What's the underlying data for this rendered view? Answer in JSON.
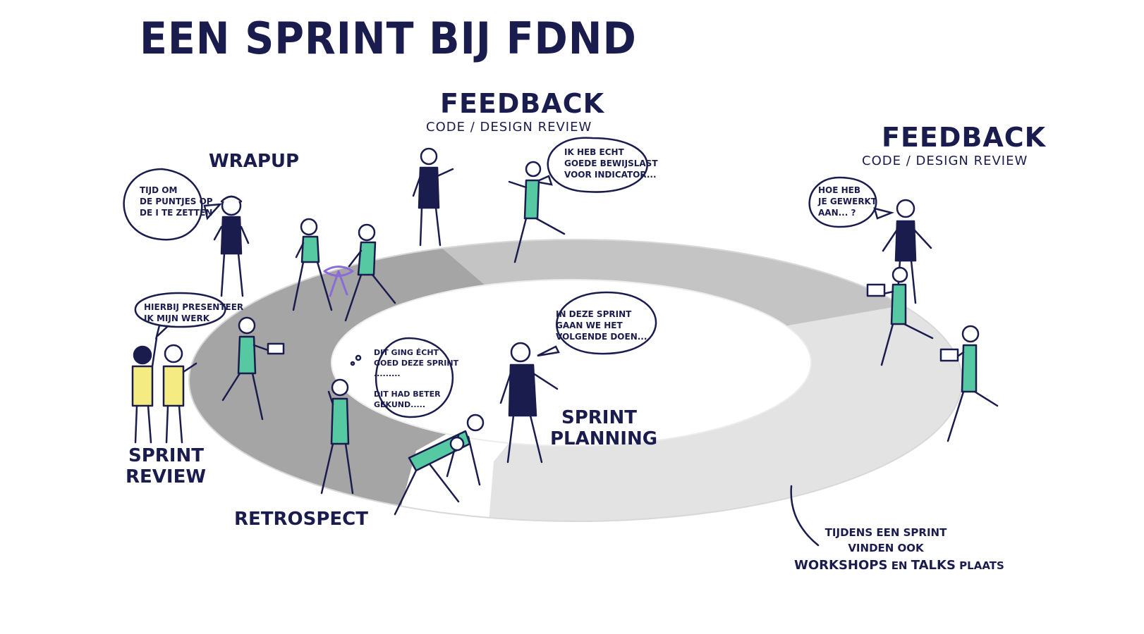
{
  "title": "Een sprint bij FDND",
  "colors": {
    "ink": "#1b1c4e",
    "teal": "#56c9a3",
    "yellow": "#f4ec82",
    "purple": "#8b6bd8",
    "ring_dark": "#a5a5a5",
    "ring_mid": "#c4c4c4",
    "ring_light": "#e3e3e3"
  },
  "phases": {
    "wrapup": "Wrapup",
    "feedback_1": {
      "title": "Feedback",
      "subtitle": "Code / Design review"
    },
    "feedback_2": {
      "title": "Feedback",
      "subtitle": "Code / Design review"
    },
    "sprint_review": {
      "line1": "Sprint",
      "line2": "Review"
    },
    "retrospect": "Retrospect",
    "sprint_planning": {
      "line1": "Sprint",
      "line2": "Planning"
    }
  },
  "bubbles": {
    "wrapup": "Tijd om\nde puntjes op\nde i te zetten",
    "feedback_1": "Ik heb echt\ngoede bewijslast\nvoor indicator...",
    "feedback_2": "Hoe heb\nje gewerkt\naan... ?",
    "review": "Hierbij presenteer\nik mijn werk",
    "retro": "Dit ging écht\ngoed deze sprint\n.........\n\nDit had beter\ngekund.....",
    "planning": "In deze sprint\ngaan we het\nvolgende doen..."
  },
  "note": {
    "line1": "Tijdens een sprint",
    "line2": "vinden ook",
    "workshops": "Workshops",
    "en": "en",
    "talks": "Talks",
    "plaats": "plaats"
  }
}
